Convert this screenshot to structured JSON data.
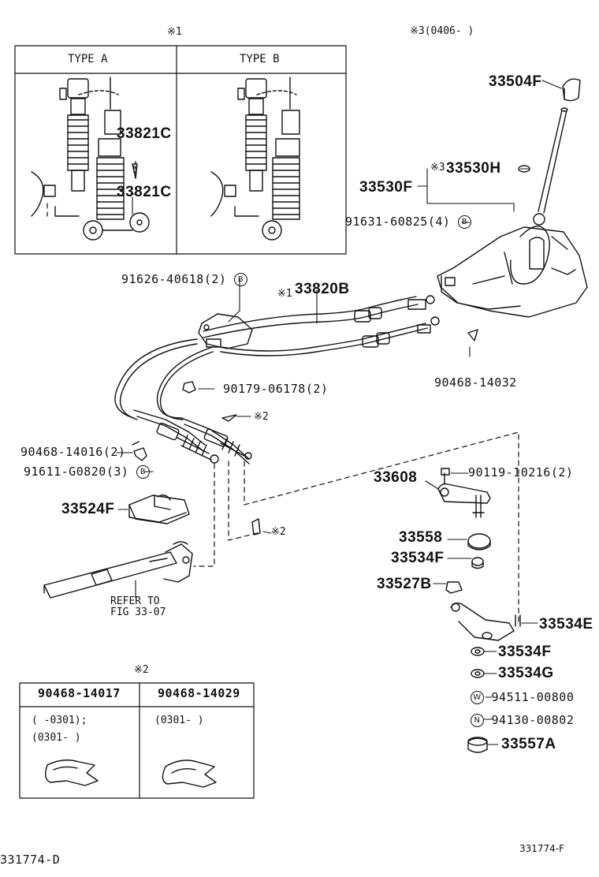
{
  "colors": {
    "line": "#111111",
    "background": "#ffffff"
  },
  "footer": {
    "left_code": "331774-D",
    "right_code": "331774-F"
  },
  "top_notes": {
    "note1": "※1",
    "note3": "※3(0406-  )"
  },
  "inset_types": {
    "type_a": "TYPE A",
    "type_b": "TYPE B",
    "part_upper": "33821C",
    "part_lower": "33821C"
  },
  "inset_clips": {
    "note": "※2",
    "col1_header": "90468-14017",
    "col2_header": "90468-14029",
    "col1_range1": "(  -0301);",
    "col1_range2": "(0301-  )",
    "col2_range1": "(0301-  )"
  },
  "parts": {
    "p33504F": "33504F",
    "p33530H_note": "※3",
    "p33530H": "33530H",
    "p33530F": "33530F",
    "p91631": "91631-60825(4)",
    "p91631_mark": "B",
    "p91626": "91626-40618(2)",
    "p91626_mark": "B",
    "p33820B_note": "※1",
    "p33820B": "33820B",
    "p90179": "90179-06178(2)",
    "p90468_14032": "90468-14032",
    "note2_a": "※2",
    "note2_b": "※2",
    "p90468_14016": "90468-14016(2)",
    "p91611": "91611-G0820(3)",
    "p91611_mark": "B",
    "p33524F": "33524F",
    "refer_line1": "REFER TO",
    "refer_line2": "FIG 33-07",
    "p33608": "33608",
    "p90119": "90119-10216(2)",
    "p33558": "33558",
    "p33534F_a": "33534F",
    "p33527B": "33527B",
    "p33534E": "33534E",
    "p33534F_b": "33534F",
    "p33534G": "33534G",
    "p94511": "94511-00800",
    "p94511_mark": "W",
    "p94130": "94130-00802",
    "p94130_mark": "N",
    "p33557A": "33557A"
  }
}
